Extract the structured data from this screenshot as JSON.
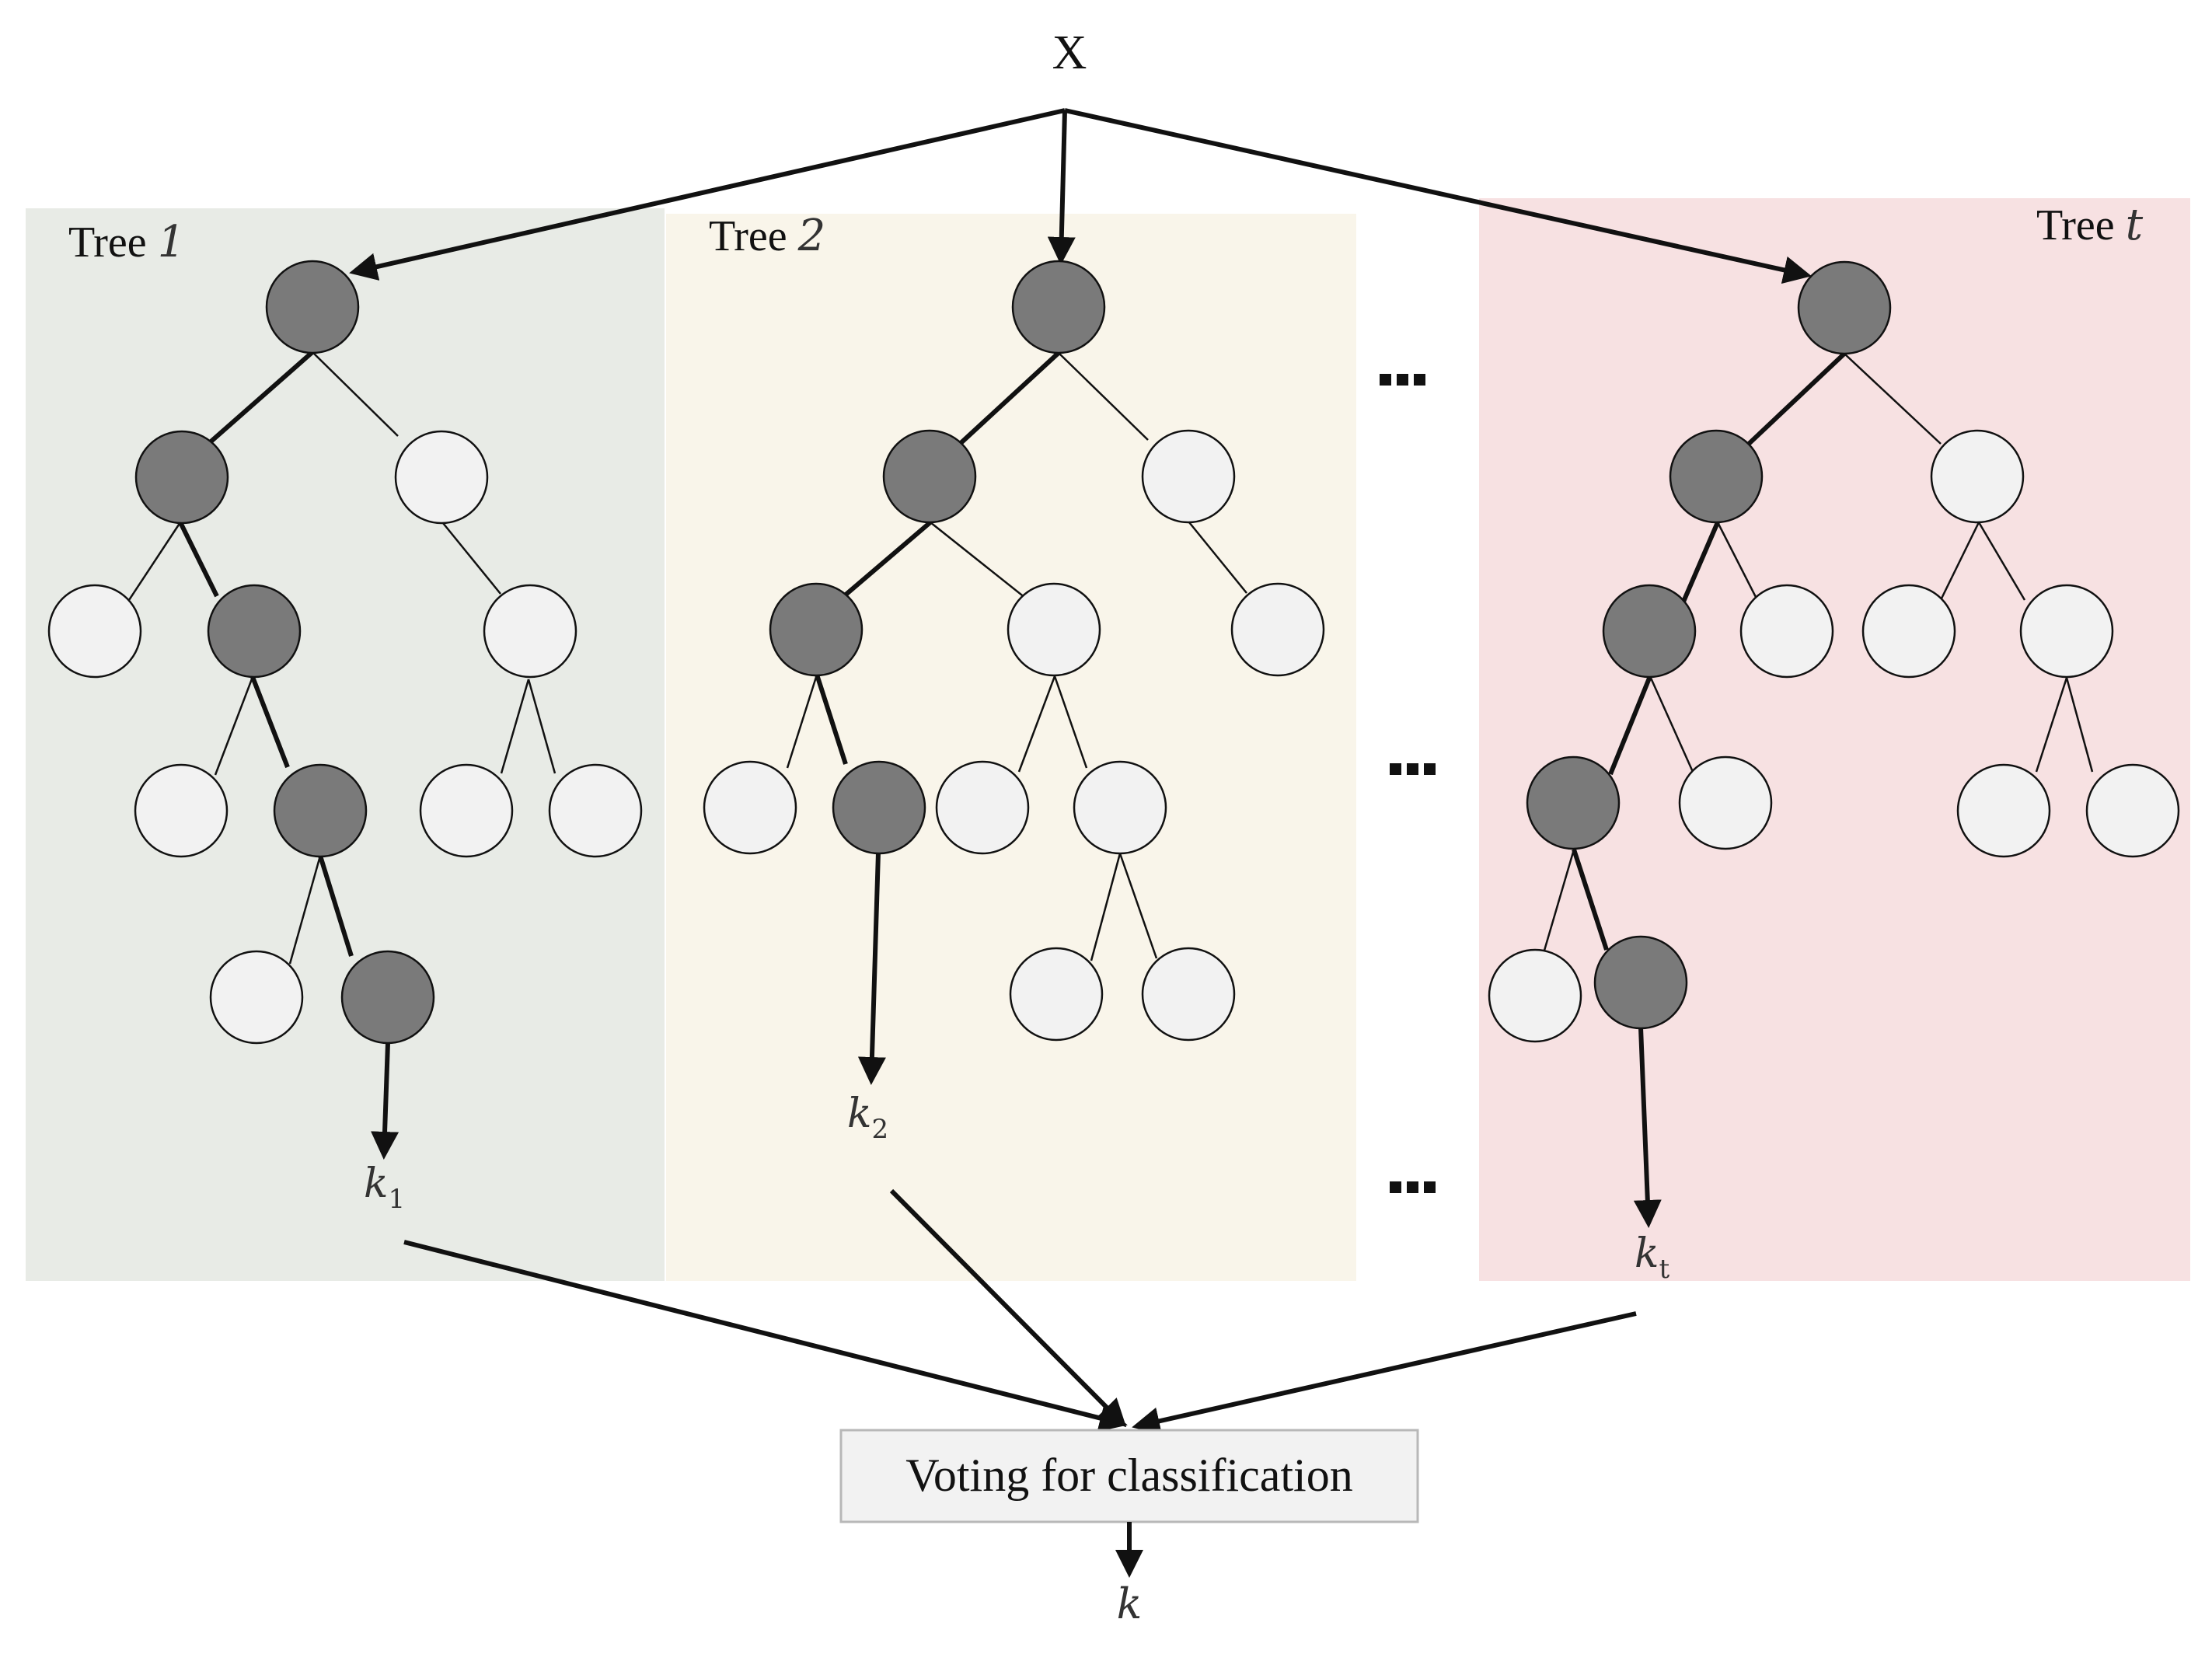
{
  "input_label": "X",
  "trees": [
    {
      "label_text": "Tree ",
      "label_index": "1",
      "output": "k",
      "output_sub": "1",
      "panel_color": "#e8ebe6"
    },
    {
      "label_text": "Tree ",
      "label_index": "2",
      "output": "k",
      "output_sub": "2",
      "panel_color": "#f9f5ea"
    },
    {
      "label_text": "Tree ",
      "label_index": "t",
      "output": "k",
      "output_sub": "t",
      "panel_color": "#f7e1e2"
    }
  ],
  "voting_label": "Voting for classification",
  "final_output": "k",
  "colors": {
    "active_node": "#7a7a7a",
    "inactive_node": "#f2f2f2",
    "edge": "#111111",
    "voting_box": "#f2f2f2"
  }
}
